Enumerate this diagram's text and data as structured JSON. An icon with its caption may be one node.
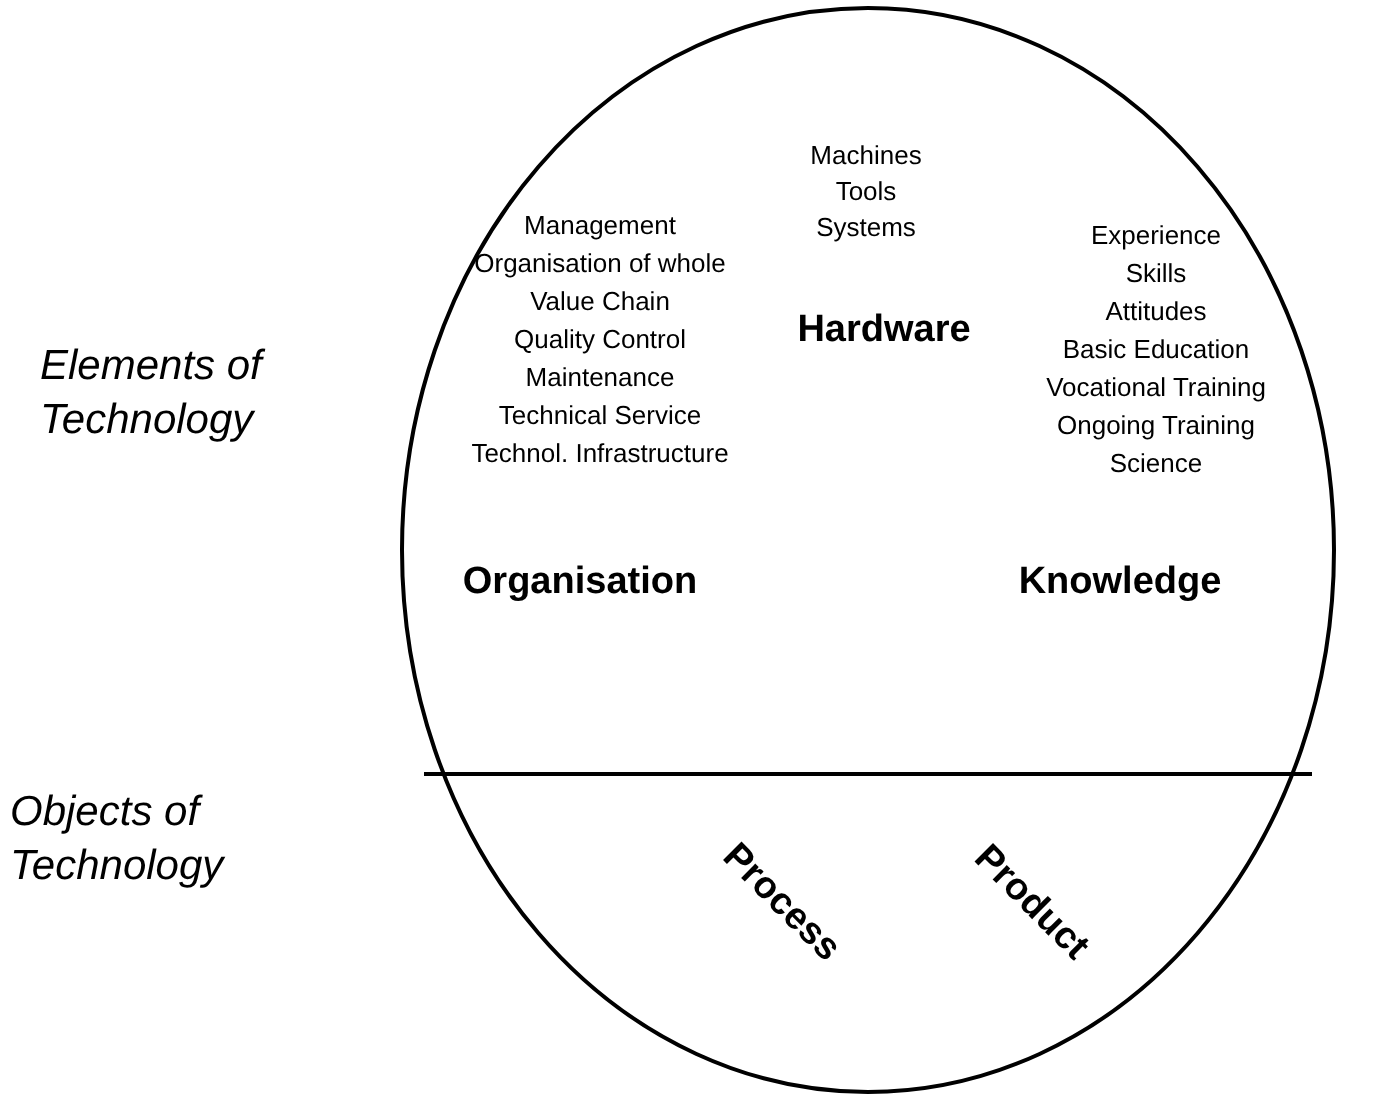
{
  "diagram": {
    "nodes": [
      {
        "text": [],
        "shape": "circle"
      }
    ],
    "labels": [
      "Elements of Technology",
      "Machines",
      "Tools",
      "Systems",
      "Management",
      "Organisation of whole",
      "Value Chain",
      "Quality Control",
      "Maintenance",
      "Technical Service",
      "Technol. Infrastructure",
      "Hardware",
      "Experience",
      "Skills",
      "Attitudes",
      "Basic Education",
      "Vocational Training",
      "Ongoing Training",
      "Science",
      "Organisation",
      "Knowledge",
      "Objects of Technology",
      "Process",
      "Product"
    ]
  }
}
